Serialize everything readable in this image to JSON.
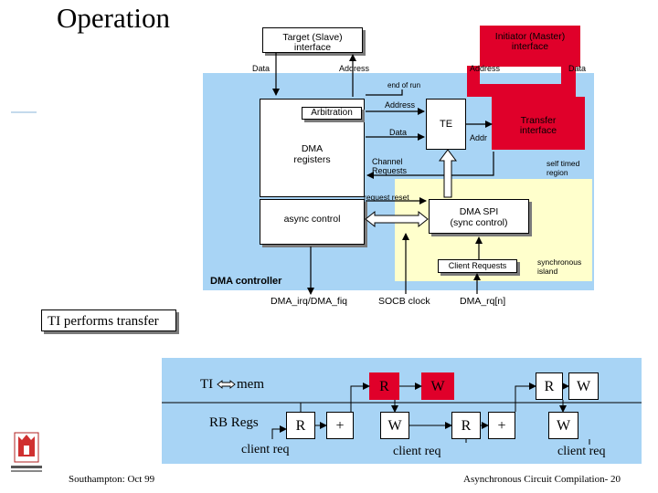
{
  "slide": {
    "title": "Operation",
    "footer_left": "Southampton: Oct 99",
    "footer_right": "Asynchronous Circuit Compilation- 20"
  },
  "top": {
    "target_line1": "Target (Slave)",
    "target_line2": "interface",
    "initiator_line1": "Initiator (Master)",
    "initiator_line2": "interface",
    "data_left": "Data",
    "address_left": "Address",
    "address_right": "Address",
    "data_right": "Data",
    "end_of_run": "end of run"
  },
  "dma": {
    "arbitration": "Arbitration",
    "address": "Address",
    "data": "Data",
    "te": "TE",
    "addr": "Addr",
    "transfer_line1": "Transfer",
    "transfer_line2": "interface",
    "dma_registers_line1": "DMA",
    "dma_registers_line2": "registers",
    "channel_line1": "Channel",
    "channel_line2": "Requests",
    "self_timed_line1": "self timed",
    "self_timed_line2": "region",
    "request_reset": "request reset",
    "async_control": "async control",
    "dma_spi_line1": "DMA SPI",
    "dma_spi_line2": "(sync control)",
    "client_requests": "Client Requests",
    "sync_island_line1": "synchronous",
    "sync_island_line2": "island",
    "controller_label": "DMA controller",
    "irq": "DMA_irq/DMA_fiq",
    "socb_clock": "SOCB clock",
    "dma_rq": "DMA_rq[n]"
  },
  "transfer": {
    "heading": "TI performs transfer",
    "ti": "TI",
    "mem": "mem",
    "rb_regs": "RB Regs",
    "r1": "R",
    "w1": "W",
    "r2": "R",
    "w2": "W",
    "r3": "R",
    "plus1": "+",
    "w3": "W",
    "r4": "R",
    "plus2": "+",
    "w4": "W",
    "client_req_1": "client req",
    "client_req_2": "client req",
    "client_req_3": "client req"
  },
  "colors": {
    "blue_region": "#a8d4f5",
    "yellow_region": "#ffffcc",
    "red_block": "#e0002a",
    "border": "#000000"
  },
  "icons": {
    "logo": "university-crest-icon",
    "arrow": "double-arrow-icon"
  }
}
